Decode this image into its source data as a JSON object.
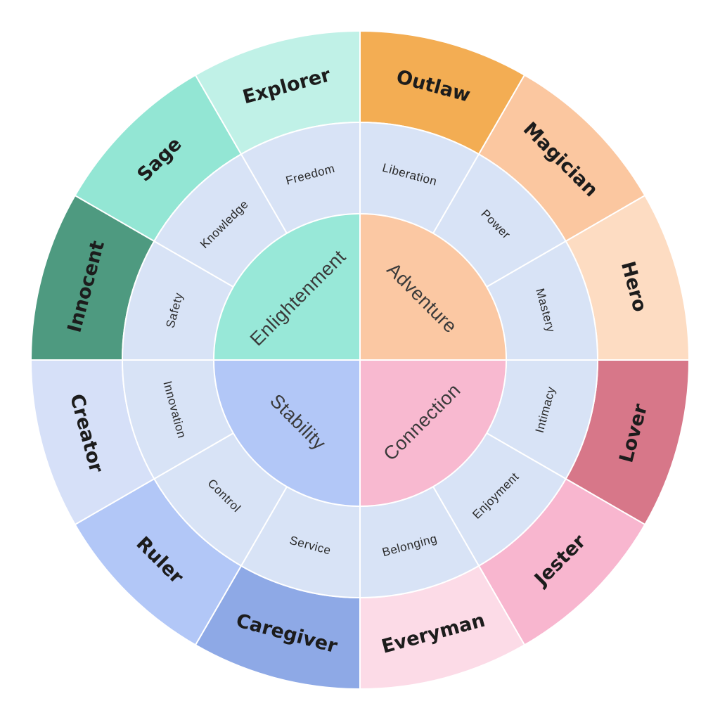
{
  "diagram": {
    "inner": [
      {
        "label": "Adventure",
        "color": "#fbc8a3"
      },
      {
        "label": "Connection",
        "color": "#f8b9d0"
      },
      {
        "label": "Stability",
        "color": "#b2c7f7"
      },
      {
        "label": "Enlightenment",
        "color": "#98e8d8"
      }
    ],
    "middle": [
      {
        "label": "Liberation",
        "color": "#d8e3f6"
      },
      {
        "label": "Power",
        "color": "#d8e3f6"
      },
      {
        "label": "Mastery",
        "color": "#d8e3f6"
      },
      {
        "label": "Intimacy",
        "color": "#d8e3f6"
      },
      {
        "label": "Enjoyment",
        "color": "#d8e3f6"
      },
      {
        "label": "Belonging",
        "color": "#d8e3f6"
      },
      {
        "label": "Service",
        "color": "#d8e3f6"
      },
      {
        "label": "Control",
        "color": "#d8e3f6"
      },
      {
        "label": "Innovation",
        "color": "#d8e3f6"
      },
      {
        "label": "Safety",
        "color": "#d8e3f6"
      },
      {
        "label": "Knowledge",
        "color": "#d8e3f6"
      },
      {
        "label": "Freedom",
        "color": "#d8e3f6"
      }
    ],
    "outer": [
      {
        "label": "Outlaw",
        "color": "#f3ad53"
      },
      {
        "label": "Magician",
        "color": "#fbc7a0"
      },
      {
        "label": "Hero",
        "color": "#fddcc2"
      },
      {
        "label": "Lover",
        "color": "#d77789"
      },
      {
        "label": "Jester",
        "color": "#f8b6cf"
      },
      {
        "label": "Everyman",
        "color": "#fcdbe7"
      },
      {
        "label": "Caregiver",
        "color": "#8ea9e6"
      },
      {
        "label": "Ruler",
        "color": "#b2c7f7"
      },
      {
        "label": "Creator",
        "color": "#d6e0f8"
      },
      {
        "label": "Innocent",
        "color": "#4e9a80"
      },
      {
        "label": "Sage",
        "color": "#93e6d4"
      },
      {
        "label": "Explorer",
        "color": "#c0f1e7"
      }
    ]
  }
}
